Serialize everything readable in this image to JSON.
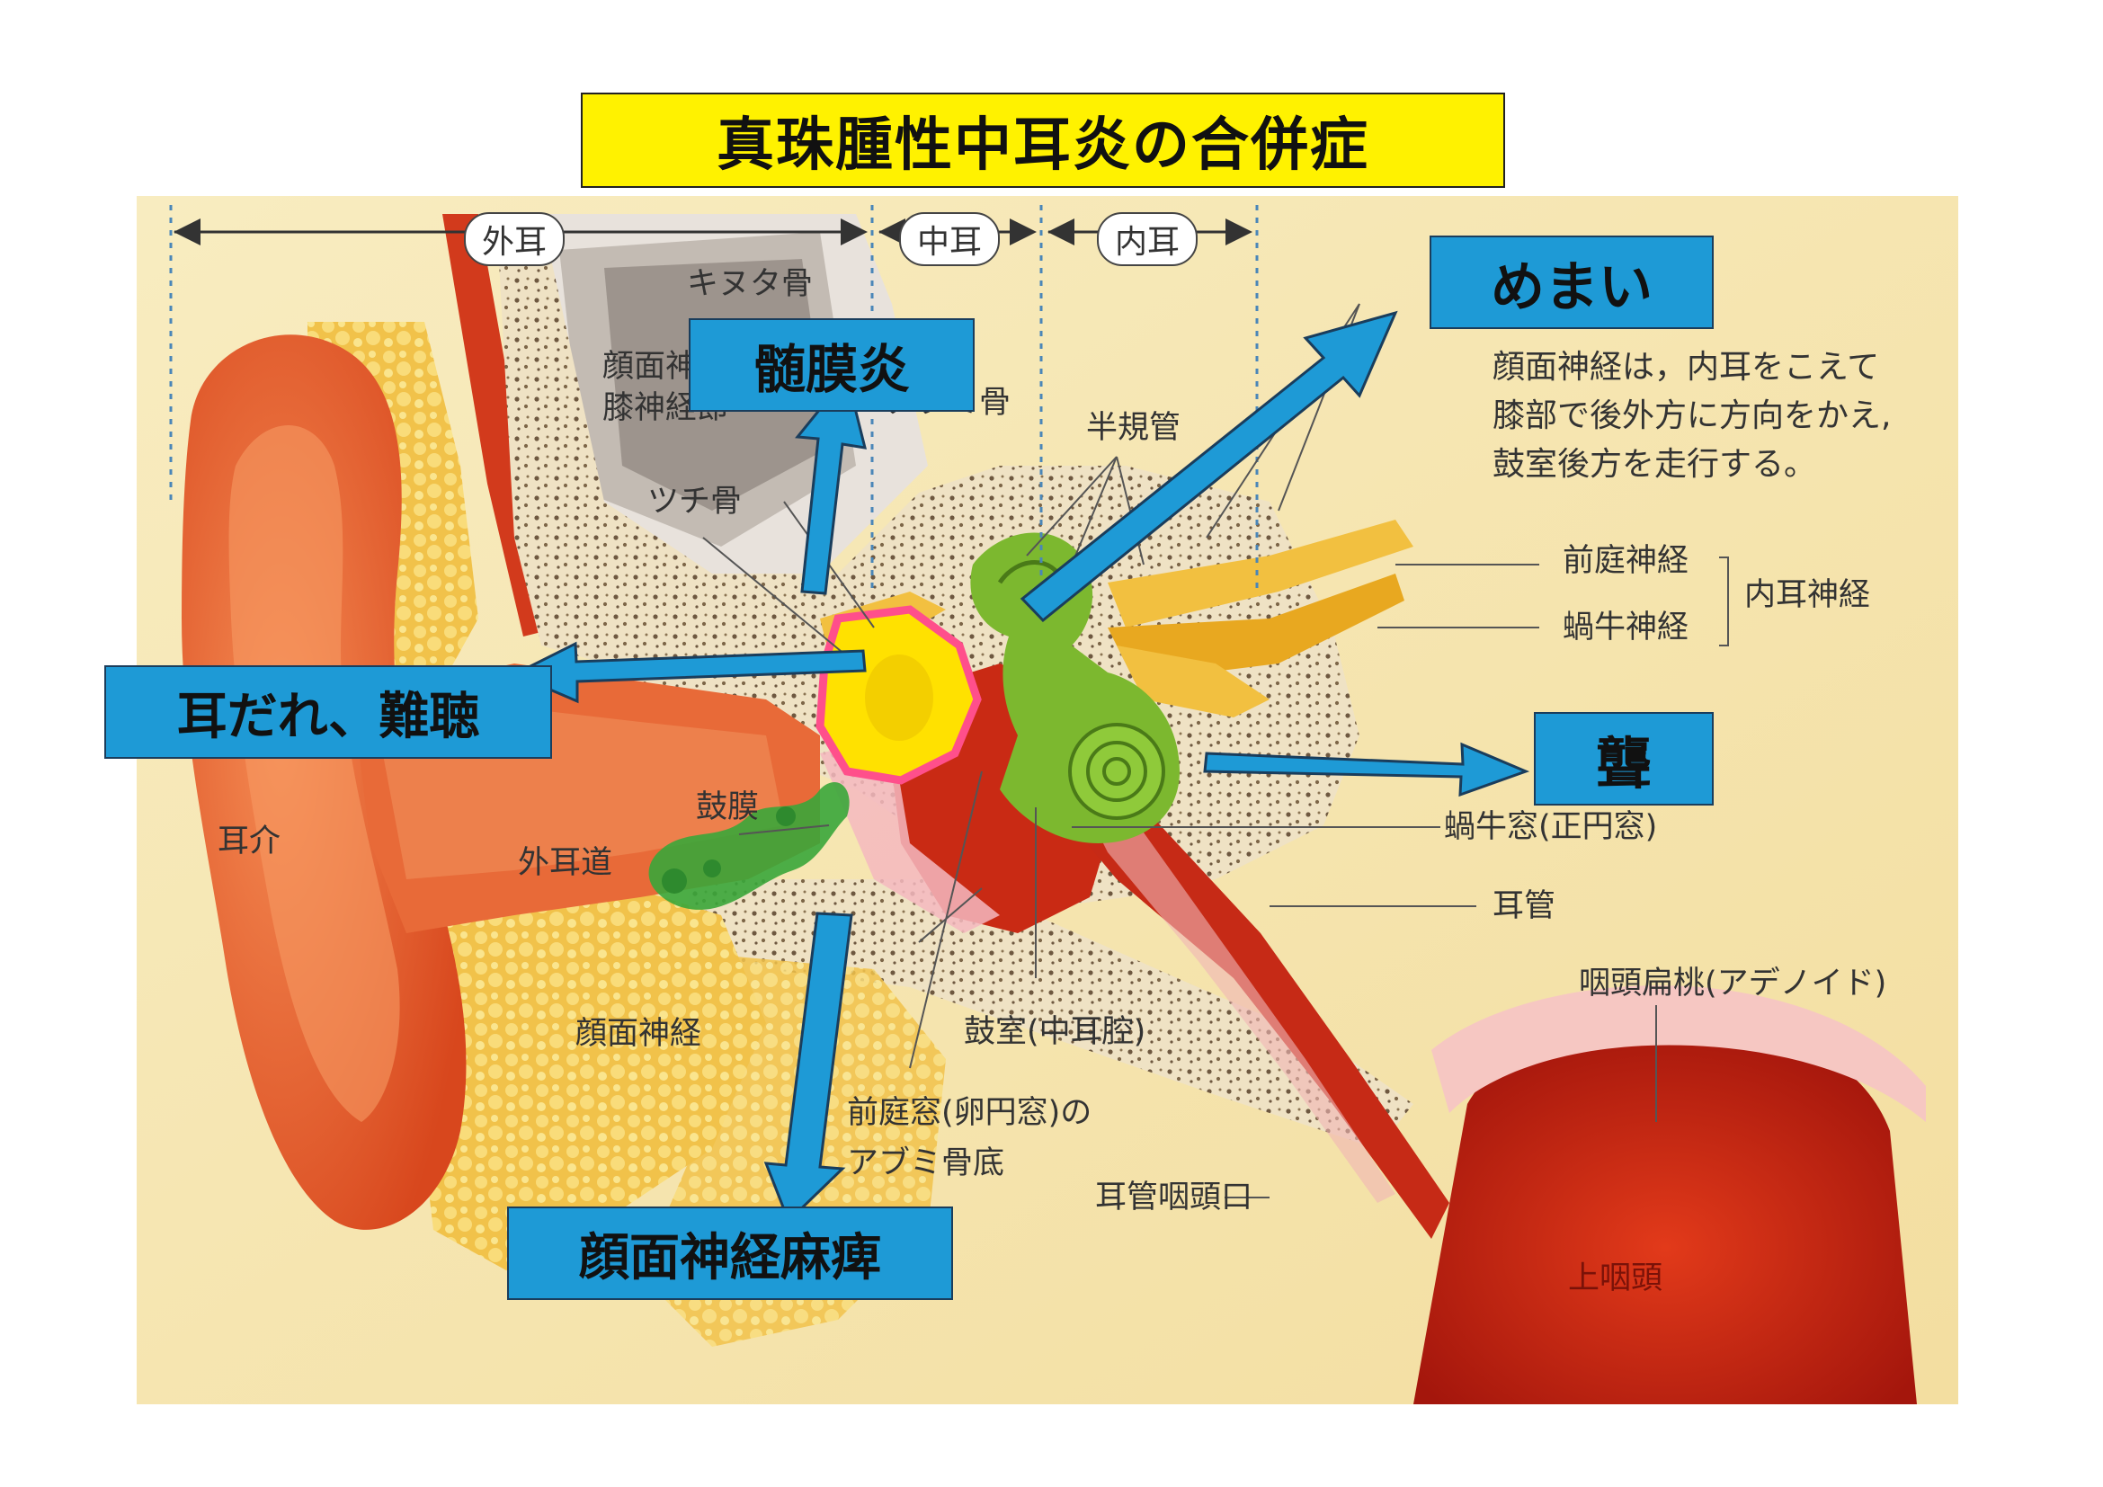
{
  "title": "真珠腫性中耳炎の合併症",
  "regions": {
    "outer": "外耳",
    "middle": "中耳",
    "inner": "内耳"
  },
  "complications": {
    "vertigo": "めまい",
    "meningitis": "髄膜炎",
    "otorrhea": "耳だれ、難聴",
    "deafness": "聾",
    "facial_palsy": "顔面神経麻痺"
  },
  "note": {
    "line1": "顔面神経は，内耳をこえて",
    "line2": "膝部で後外方に方向をかえ,",
    "line3": "鼓室後方を走行する。"
  },
  "labels": {
    "incus": "キヌタ骨",
    "facial_geniculate_1": "顔面神",
    "facial_geniculate_2": "膝神経節",
    "stapes": "アブミ骨",
    "semicircular": "半規管",
    "malleus": "ツチ骨",
    "vestibular_nerve": "前庭神経",
    "cochlear_nerve": "蝸牛神経",
    "inner_ear_nerve": "内耳神経",
    "round_window": "蝸牛窓(正円窓)",
    "eardrum": "鼓膜",
    "auricle": "耳介",
    "ear_canal": "外耳道",
    "eustachian": "耳管",
    "adenoid": "咽頭扁桃(アデノイド)",
    "facial_nerve": "顔面神経",
    "tympanic_cavity": "鼓室(中耳腔)",
    "oval_window_1": "前庭窓(卵円窓)の",
    "oval_window_2": "アブミ骨底",
    "eustachian_opening": "耳管咽頭口",
    "nasopharynx": "上咽頭"
  },
  "colors": {
    "title_bg": "#fff200",
    "callout_bg": "#1e9ad6",
    "cholesteatoma": "#ffe100",
    "cholesteatoma_border": "#ff4f8b",
    "inner_ear": "#7cb82f",
    "tissue_red": "#e0451f",
    "background_tissue": "#f7e9b4"
  }
}
